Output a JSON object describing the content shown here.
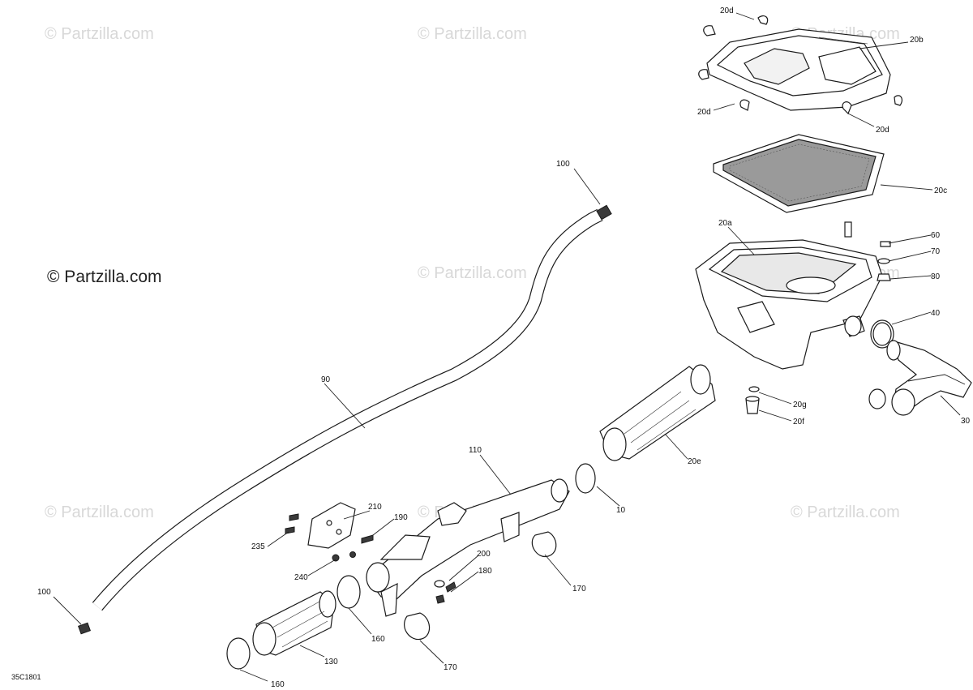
{
  "watermark": {
    "text": "© Partzilla.com",
    "main_text": "© Partzilla.com"
  },
  "diagram_code": "35C1801",
  "callouts": [
    {
      "id": "c-20d-top",
      "text": "20d"
    },
    {
      "id": "c-20b",
      "text": "20b"
    },
    {
      "id": "c-20d-left",
      "text": "20d"
    },
    {
      "id": "c-20d-right",
      "text": "20d"
    },
    {
      "id": "c-20c",
      "text": "20c"
    },
    {
      "id": "c-100-top",
      "text": "100"
    },
    {
      "id": "c-20a",
      "text": "20a"
    },
    {
      "id": "c-60",
      "text": "60"
    },
    {
      "id": "c-70",
      "text": "70"
    },
    {
      "id": "c-80",
      "text": "80"
    },
    {
      "id": "c-40",
      "text": "40"
    },
    {
      "id": "c-90",
      "text": "90"
    },
    {
      "id": "c-20g",
      "text": "20g"
    },
    {
      "id": "c-20f",
      "text": "20f"
    },
    {
      "id": "c-30",
      "text": "30"
    },
    {
      "id": "c-20e",
      "text": "20e"
    },
    {
      "id": "c-110",
      "text": "110"
    },
    {
      "id": "c-10",
      "text": "10"
    },
    {
      "id": "c-210",
      "text": "210"
    },
    {
      "id": "c-190",
      "text": "190"
    },
    {
      "id": "c-235",
      "text": "235"
    },
    {
      "id": "c-200",
      "text": "200"
    },
    {
      "id": "c-240",
      "text": "240"
    },
    {
      "id": "c-180",
      "text": "180"
    },
    {
      "id": "c-170-right",
      "text": "170"
    },
    {
      "id": "c-100-bottom",
      "text": "100"
    },
    {
      "id": "c-160-mid",
      "text": "160"
    },
    {
      "id": "c-130",
      "text": "130"
    },
    {
      "id": "c-170-bottom",
      "text": "170"
    },
    {
      "id": "c-160-bottom",
      "text": "160"
    }
  ]
}
